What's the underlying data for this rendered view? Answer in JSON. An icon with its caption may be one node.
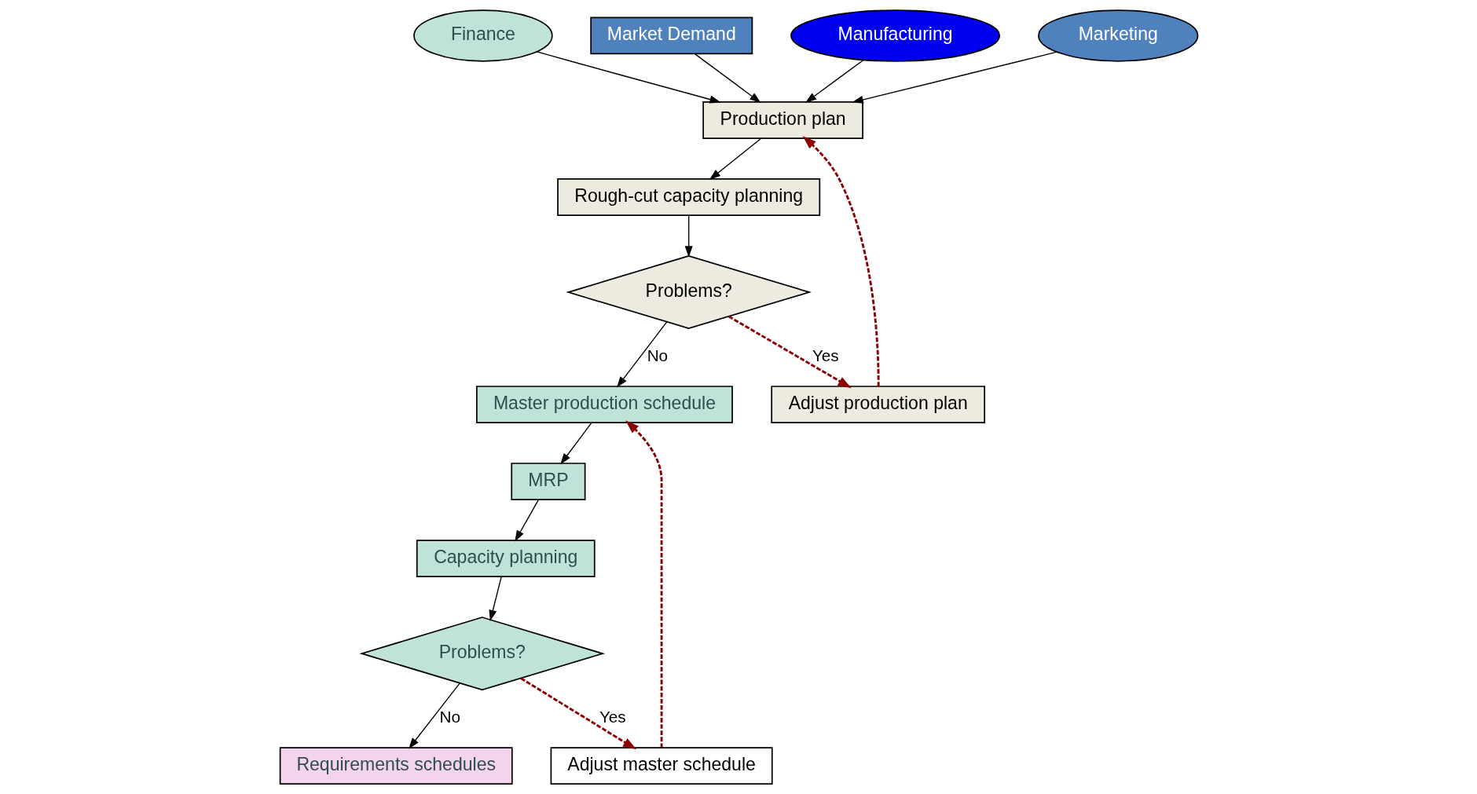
{
  "diagram": {
    "nodes": [
      {
        "text": [
          "Finance"
        ]
      },
      {
        "text": [
          "Market Demand"
        ]
      },
      {
        "text": [
          "Manufacturing"
        ]
      },
      {
        "text": [
          "Master production schedule"
        ]
      },
      {
        "text": [
          "Marketing"
        ]
      },
      {
        "text": [
          "Production plan"
        ]
      },
      {
        "text": [
          "MRP"
        ]
      },
      {
        "text": [
          "Rough-cut capacity planning"
        ]
      },
      {
        "text": [
          "Capacity planning"
        ]
      },
      {
        "text": [
          "Adjust production plan"
        ]
      },
      {
        "text": [
          "Adjust master schedule"
        ]
      },
      {
        "text": [
          "Problems?"
        ]
      },
      {
        "text": [
          "Requirements schedules"
        ]
      },
      {
        "text": [
          "Problems?"
        ]
      }
    ],
    "edges": [
      {
        "from": 0,
        "to": 5,
        "arrow": "to"
      },
      {
        "from": 1,
        "to": 5,
        "arrow": "to"
      },
      {
        "from": 2,
        "to": 5,
        "arrow": "to"
      },
      {
        "from": 4,
        "to": 5,
        "arrow": "to"
      },
      {
        "from": 5,
        "to": 7,
        "arrow": "to"
      },
      {
        "from": 7,
        "to": 11,
        "arrow": "to"
      },
      {
        "from": 11,
        "to": 9,
        "arrow": "to",
        "label": "Yes",
        "style": "dashed",
        "color": "#8b0000"
      },
      {
        "from": 9,
        "to": 5,
        "arrow": "to",
        "style": "dashed",
        "color": "#8b0000"
      },
      {
        "from": 11,
        "to": 3,
        "arrow": "to",
        "label": "No"
      },
      {
        "from": 3,
        "to": 6,
        "arrow": "to"
      },
      {
        "from": 6,
        "to": 8,
        "arrow": "to"
      },
      {
        "from": 8,
        "to": 13,
        "arrow": "to"
      },
      {
        "from": 13,
        "to": 12,
        "arrow": "to",
        "label": "No"
      },
      {
        "from": 13,
        "to": 10,
        "arrow": "to",
        "label": "Yes",
        "style": "dashed",
        "color": "#8b0000"
      },
      {
        "from": 10,
        "to": 3,
        "arrow": "to",
        "style": "dashed",
        "color": "#8b0000"
      }
    ]
  }
}
